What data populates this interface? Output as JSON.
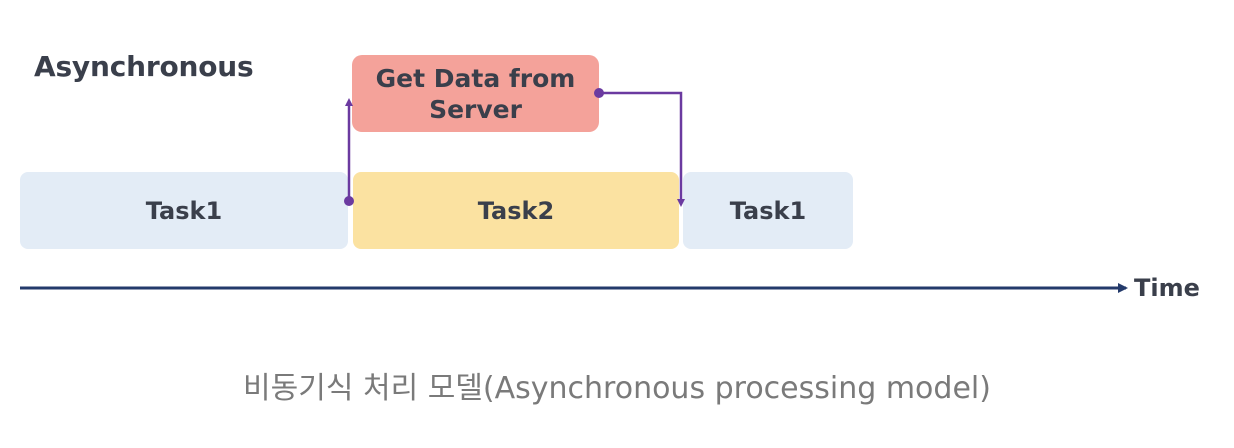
{
  "heading": "Asynchronous",
  "tasks": {
    "task1_first": "Task1",
    "task2": "Task2",
    "task1_second": "Task1"
  },
  "server_box": {
    "label": "Get Data from Server"
  },
  "timeline": {
    "label": "Time"
  },
  "caption": "비동기식 처리 모델(Asynchronous processing model)",
  "colors": {
    "task1": "#e3ecf6",
    "task2": "#fbe2a1",
    "server": "#f4a29a",
    "connector": "#6b3aa0",
    "axis": "#243a6b",
    "text": "#3a3f4b",
    "caption": "#7a7a7a"
  }
}
